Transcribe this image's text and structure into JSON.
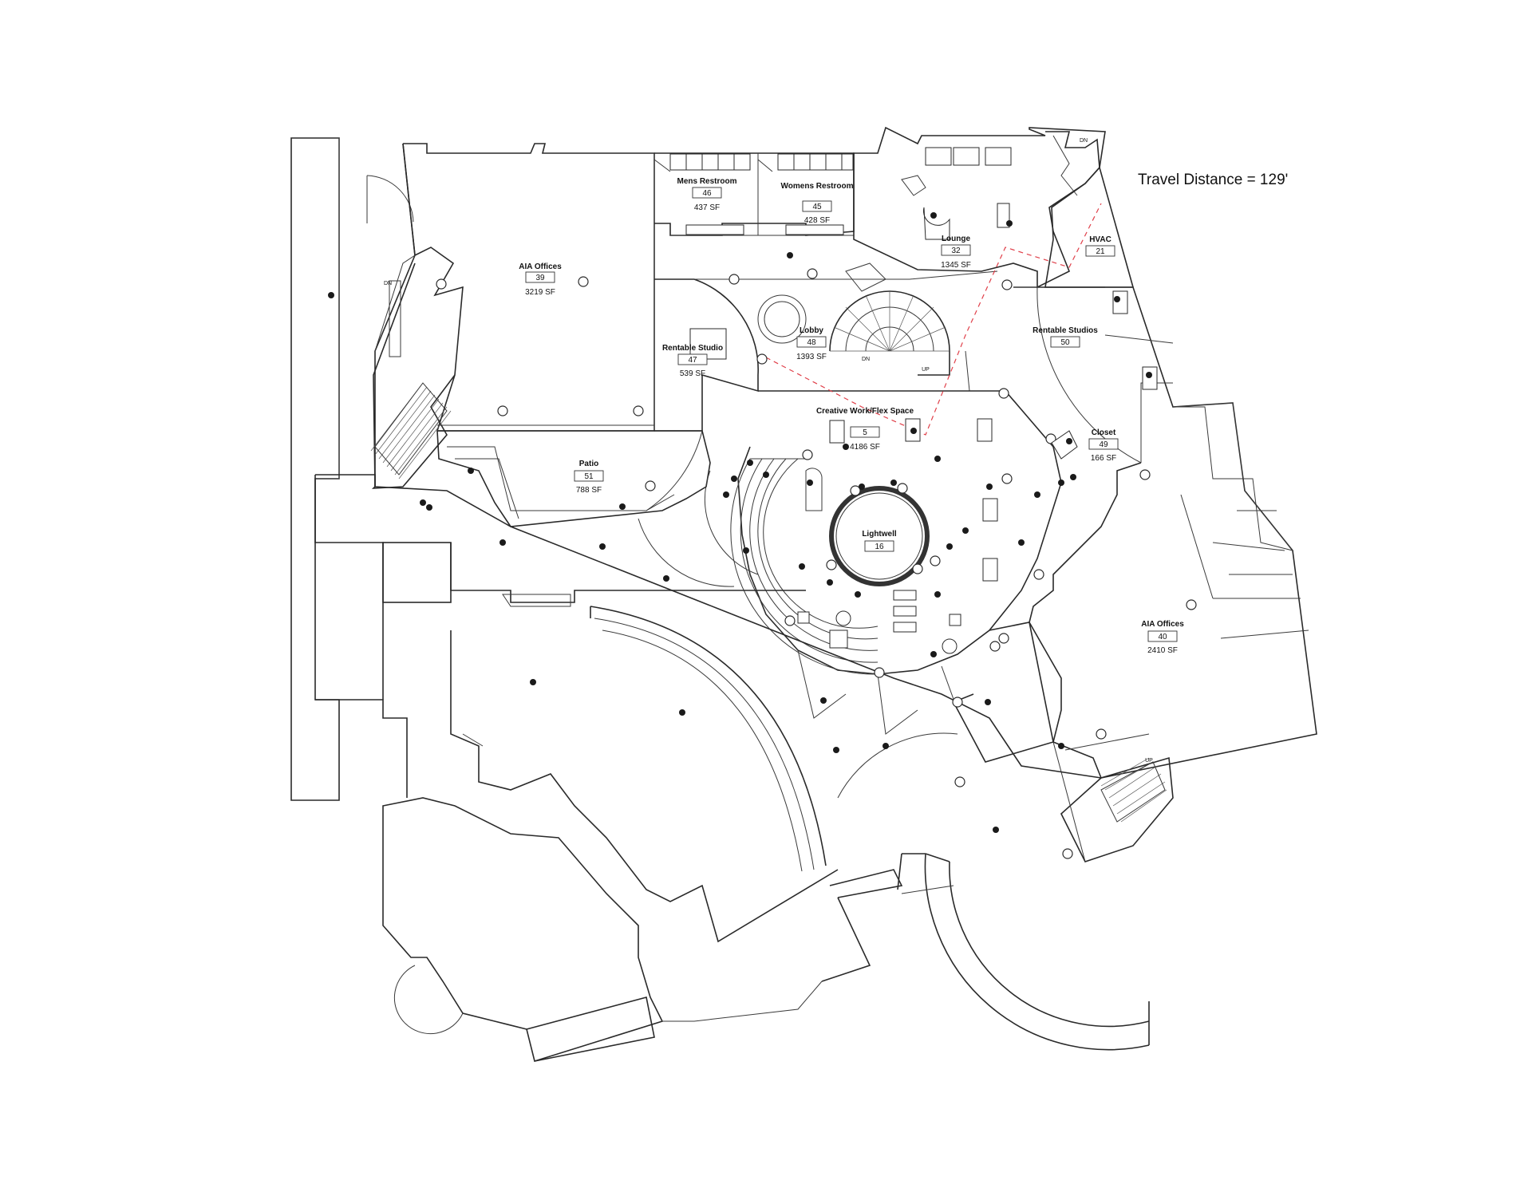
{
  "travel_distance": "Travel Distance = 129'",
  "rooms": [
    {
      "name": "AIA Offices",
      "number": "39",
      "area": "3219 SF"
    },
    {
      "name": "Mens Restroom",
      "number": "46",
      "area": "437 SF"
    },
    {
      "name": "Womens Restroom",
      "number": "45",
      "area": "428 SF"
    },
    {
      "name": "Lounge",
      "number": "32",
      "area": "1345 SF"
    },
    {
      "name": "HVAC",
      "number": "21",
      "area": ""
    },
    {
      "name": "Rentable Studio",
      "number": "47",
      "area": "539 SF"
    },
    {
      "name": "Lobby",
      "number": "48",
      "area": "1393 SF"
    },
    {
      "name": "Rentable Studios",
      "number": "50",
      "area": ""
    },
    {
      "name": "Creative Work/Flex Space",
      "number": "5",
      "area": "4186 SF"
    },
    {
      "name": "Closet",
      "number": "49",
      "area": "166 SF"
    },
    {
      "name": "Patio",
      "number": "51",
      "area": "788 SF"
    },
    {
      "name": "Lightwell",
      "number": "16",
      "area": ""
    },
    {
      "name": "AIA Offices",
      "number": "40",
      "area": "2410 SF"
    }
  ],
  "stair_labels": {
    "dn": "DN",
    "up": "UP"
  }
}
